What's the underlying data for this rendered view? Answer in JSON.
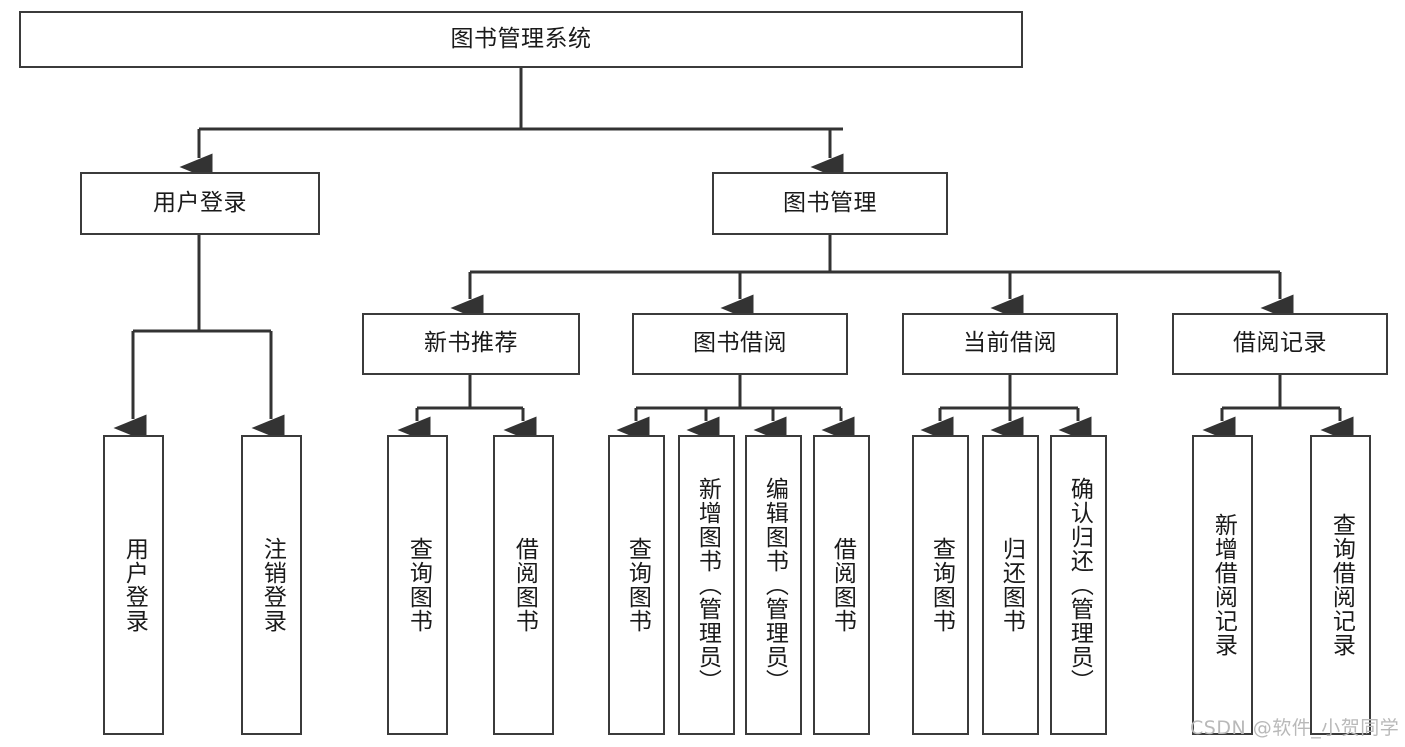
{
  "diagram": {
    "type": "tree-hierarchy",
    "title": "图书管理系统",
    "watermark": "CSDN @软件_小贺同学",
    "colors": {
      "box_border": "#3b3b3b",
      "box_fill": "#ffffff",
      "edge": "#333333",
      "text": "#1a1a1a",
      "watermark": "#b9b9b9",
      "background": "#ffffff"
    },
    "nodes": {
      "root": {
        "label": "图书管理系统"
      },
      "level2": [
        {
          "id": "user-login",
          "label": "用户登录"
        },
        {
          "id": "book-manage",
          "label": "图书管理"
        }
      ],
      "level3": [
        {
          "id": "new-book-recommend",
          "label": "新书推荐"
        },
        {
          "id": "book-borrow",
          "label": "图书借阅"
        },
        {
          "id": "current-borrow",
          "label": "当前借阅"
        },
        {
          "id": "borrow-record",
          "label": "借阅记录"
        }
      ],
      "leaves": {
        "user-login": [
          {
            "id": "leaf-user-login",
            "label": "用户登录"
          },
          {
            "id": "leaf-user-logout",
            "label": "注销登录"
          }
        ],
        "new-book-recommend": [
          {
            "id": "leaf-query-book-1",
            "label": "查询图书"
          },
          {
            "id": "leaf-borrow-book-1",
            "label": "借阅图书"
          }
        ],
        "book-borrow": [
          {
            "id": "leaf-query-book-2",
            "label": "查询图书"
          },
          {
            "id": "leaf-add-book",
            "label": "新增图书（管理员）"
          },
          {
            "id": "leaf-edit-book",
            "label": "编辑图书（管理员）"
          },
          {
            "id": "leaf-borrow-book-2",
            "label": "借阅图书"
          }
        ],
        "current-borrow": [
          {
            "id": "leaf-query-book-3",
            "label": "查询图书"
          },
          {
            "id": "leaf-return-book",
            "label": "归还图书"
          },
          {
            "id": "leaf-confirm-return",
            "label": "确认归还（管理员）"
          }
        ],
        "borrow-record": [
          {
            "id": "leaf-add-record",
            "label": "新增借阅记录"
          },
          {
            "id": "leaf-query-record",
            "label": "查询借阅记录"
          }
        ]
      }
    }
  }
}
